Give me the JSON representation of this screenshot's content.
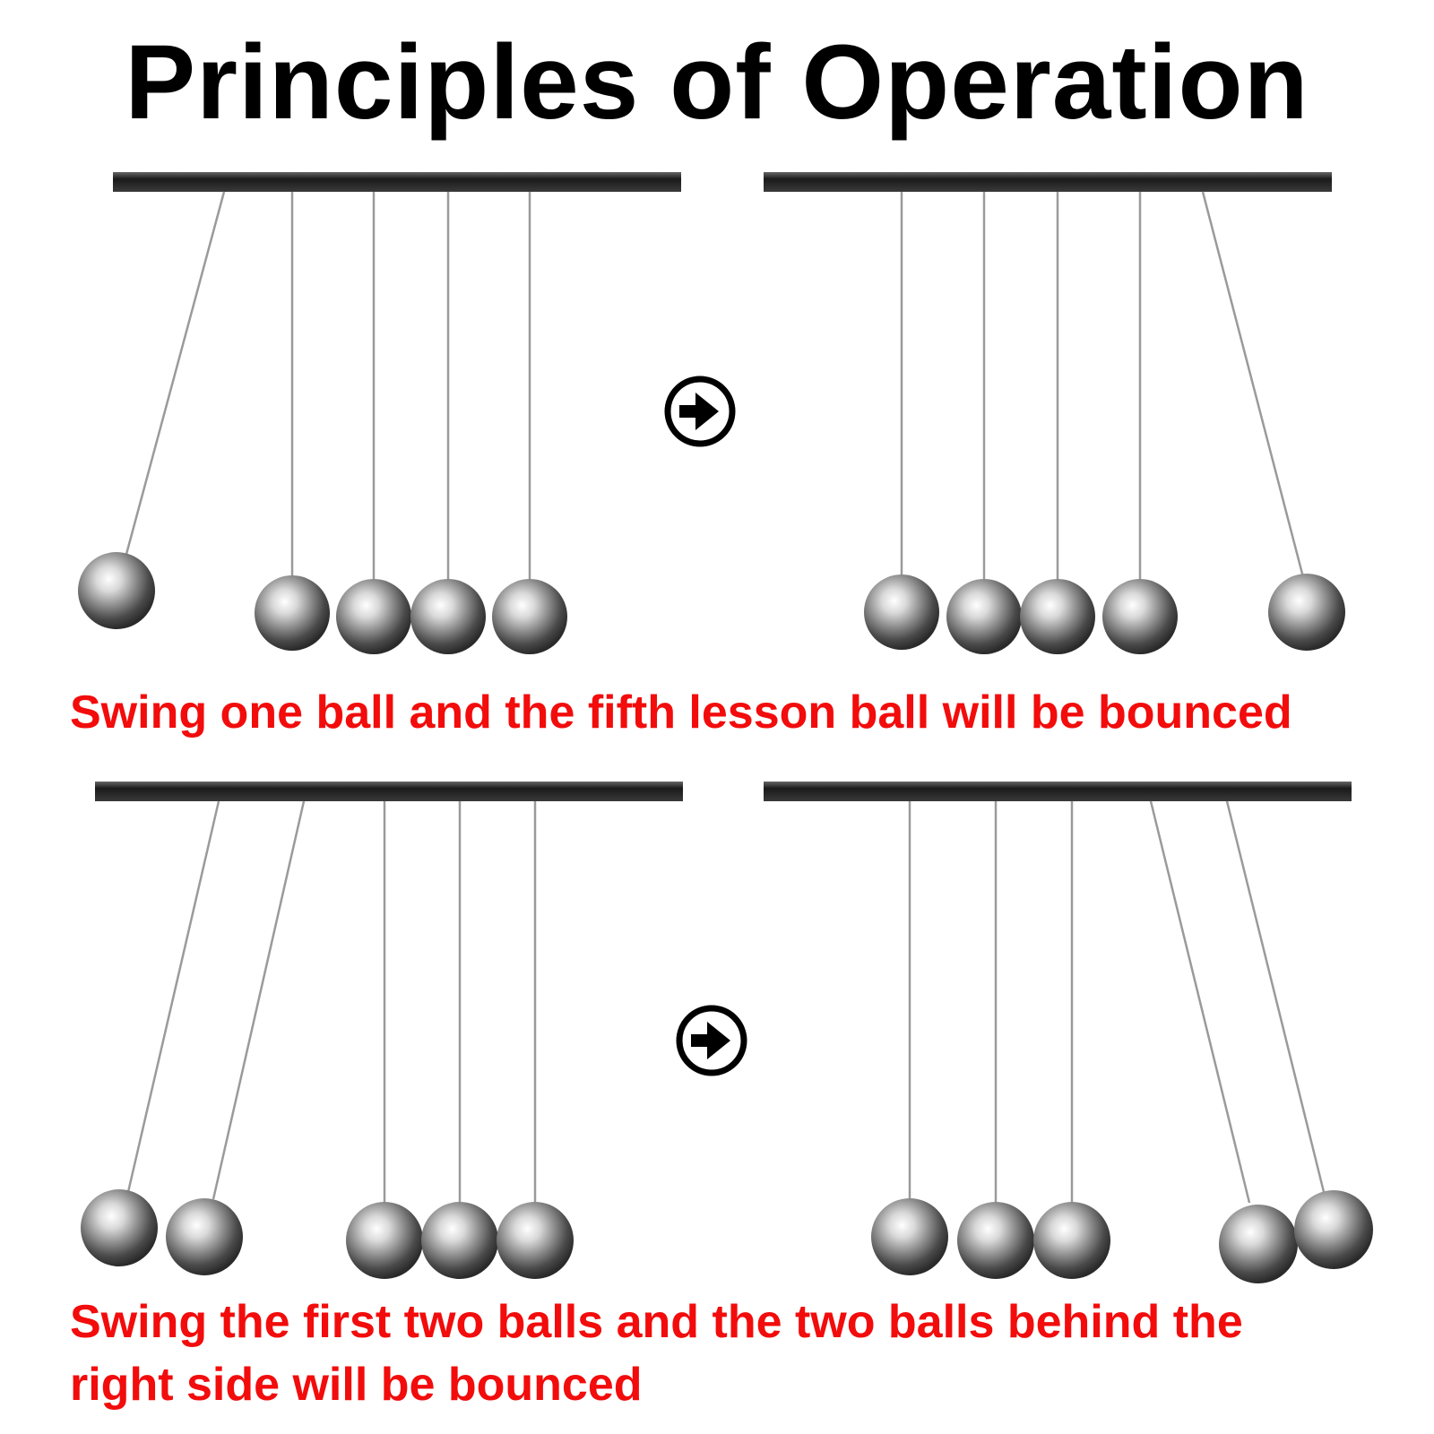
{
  "title": "Principles of Operation",
  "caption_one_ball": "Swing one ball and the fifth lesson ball will be bounced",
  "caption_two_balls_line1": "Swing the first two balls and the two balls behind the",
  "caption_two_balls_line2": "right side will be bounced",
  "icons": {
    "arrow": "arrow-right-circle-icon"
  },
  "colors": {
    "caption": "#f20c0c",
    "title": "#000000",
    "bar": "#222222"
  }
}
